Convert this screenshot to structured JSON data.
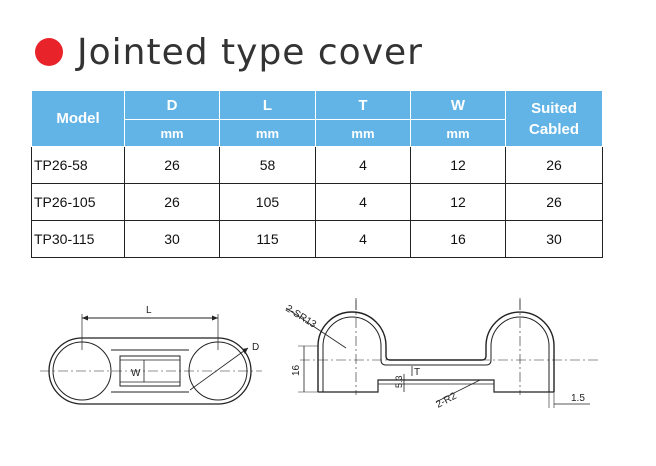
{
  "header": {
    "title": "Jointed type cover",
    "bullet_color": "#e8242a"
  },
  "table": {
    "header_color": "#62b4e6",
    "columns": {
      "model": "Model",
      "d": "D",
      "l": "L",
      "t": "T",
      "w": "W",
      "suited_line1": "Suited",
      "suited_line2": "Cabled"
    },
    "units": {
      "d": "mm",
      "l": "mm",
      "t": "mm",
      "w": "mm"
    },
    "rows": [
      {
        "model": "TP26-58",
        "d": "26",
        "l": "58",
        "t": "4",
        "w": "12",
        "suited": "26"
      },
      {
        "model": "TP26-105",
        "d": "26",
        "l": "105",
        "t": "4",
        "w": "12",
        "suited": "26"
      },
      {
        "model": "TP30-115",
        "d": "30",
        "l": "115",
        "t": "4",
        "w": "16",
        "suited": "30"
      }
    ]
  },
  "drawing": {
    "top_view": {
      "label_l": "L",
      "label_d": "D",
      "label_w": "W"
    },
    "side_view": {
      "label_radius_top": "2-SR13",
      "label_radius_bottom": "2-R2",
      "label_height": "16",
      "label_t": "T",
      "label_step": "5.3",
      "label_thickness": "1.5"
    }
  }
}
